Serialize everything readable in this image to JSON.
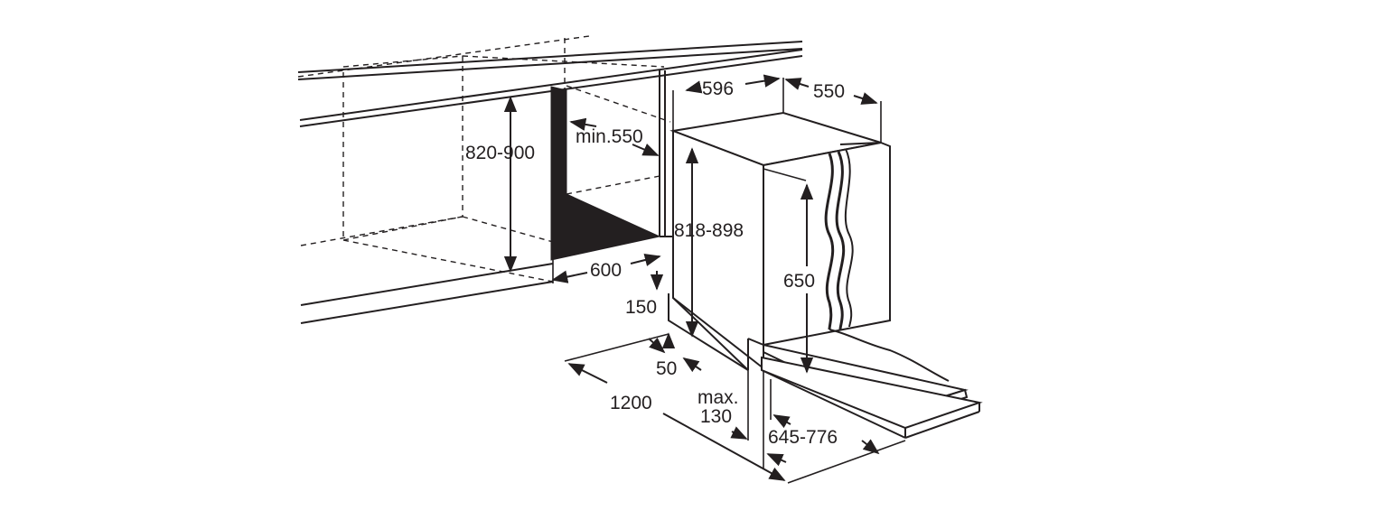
{
  "diagram": {
    "labels": {
      "depth_total": "596",
      "width_550": "550",
      "niche_height": "820-900",
      "min_depth": "min.550",
      "appliance_height": "818-898",
      "niche_width": "600",
      "door_height": "650",
      "plinth_150": "150",
      "plinth_50": "50",
      "door_open": "1200",
      "max_label": "max.",
      "max_value": "130",
      "range_645": "645-776"
    }
  }
}
